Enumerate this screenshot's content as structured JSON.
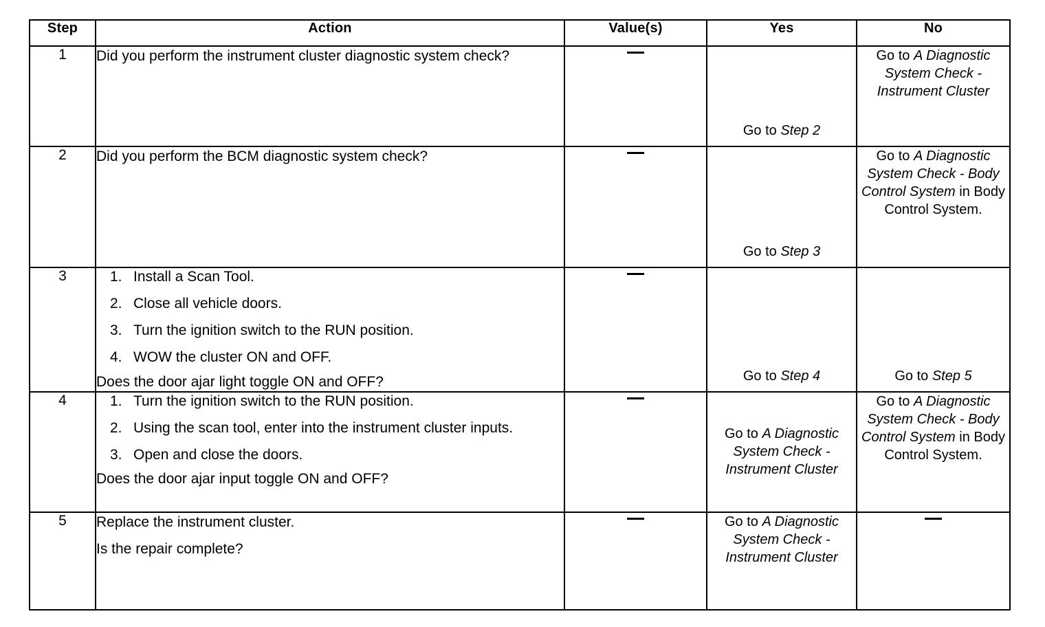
{
  "table": {
    "headers": {
      "step": "Step",
      "action": "Action",
      "value": "Value(s)",
      "yes": "Yes",
      "no": "No"
    },
    "dash": "—",
    "rows": [
      {
        "step": "1",
        "action_intro": "Did you perform the instrument cluster diagnostic system check?",
        "action_list": [],
        "action_question": "",
        "value": "—",
        "yes_prefix": "Go to ",
        "yes_italic": "Step 2",
        "yes_suffix": "",
        "no_prefix": "Go to ",
        "no_italic": "A Diagnostic System Check - Instrument Cluster",
        "no_suffix": ""
      },
      {
        "step": "2",
        "action_intro": "Did you perform the BCM diagnostic system check?",
        "action_list": [],
        "action_question": "",
        "value": "—",
        "yes_prefix": "Go to ",
        "yes_italic": "Step 3",
        "yes_suffix": "",
        "no_prefix": "Go to ",
        "no_italic": "A Diagnostic System Check - Body Control System",
        "no_suffix": " in Body Control System."
      },
      {
        "step": "3",
        "action_intro": "",
        "action_list": [
          "Install a Scan Tool.",
          "Close all vehicle doors.",
          "Turn the ignition switch to the RUN position.",
          "WOW the cluster ON and OFF."
        ],
        "action_question": "Does the door ajar light toggle ON and OFF?",
        "value": "—",
        "yes_prefix": "Go to ",
        "yes_italic": "Step 4",
        "yes_suffix": "",
        "no_prefix": "Go to ",
        "no_italic": "Step 5",
        "no_suffix": ""
      },
      {
        "step": "4",
        "action_intro": "",
        "action_list": [
          "Turn the ignition switch to the RUN position.",
          "Using the scan tool, enter into the instrument cluster inputs.",
          "Open and close the doors."
        ],
        "action_question": "Does the door ajar input toggle ON and OFF?",
        "value": "—",
        "yes_prefix": "Go to ",
        "yes_italic": "A Diagnostic System Check - Instrument Cluster",
        "yes_suffix": "",
        "no_prefix": "Go to ",
        "no_italic": "A Diagnostic System Check - Body Control System",
        "no_suffix": " in Body Control System."
      },
      {
        "step": "5",
        "action_intro": "Replace the instrument cluster.",
        "action_list": [],
        "action_question": "Is the repair complete?",
        "value": "—",
        "yes_prefix": "Go to ",
        "yes_italic": "A Diagnostic System Check - Instrument Cluster",
        "yes_suffix": "",
        "no_prefix": "",
        "no_italic": "",
        "no_suffix": "",
        "no_dash": "—"
      }
    ],
    "list_numbers": [
      "1.",
      "2.",
      "3.",
      "4."
    ]
  }
}
